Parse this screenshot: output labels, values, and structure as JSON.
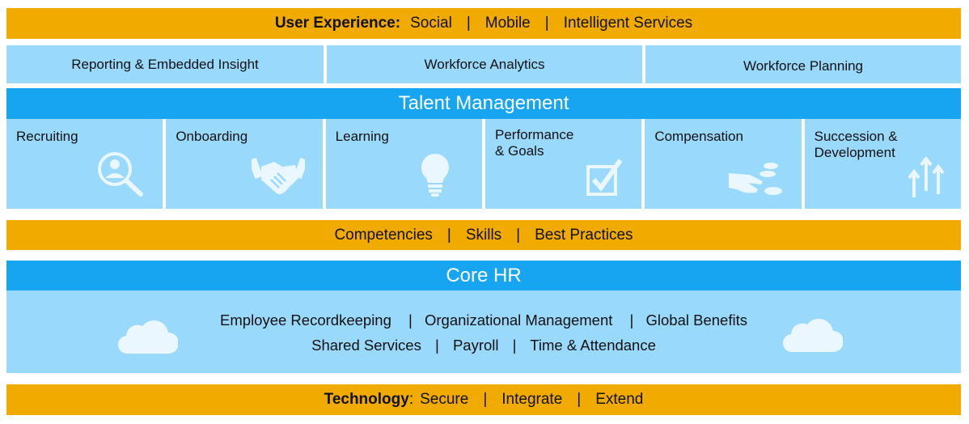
{
  "user_experience": {
    "label": "User Experience:",
    "items": [
      "Social",
      "Mobile",
      "Intelligent Services"
    ],
    "separator": "|"
  },
  "analytics": {
    "items": [
      "Reporting & Embedded Insight",
      "Workforce Analytics",
      "Workforce Planning"
    ]
  },
  "talent_management": {
    "title": "Talent Management",
    "modules": [
      {
        "label": "Recruiting",
        "icon": "magnifier-person-icon"
      },
      {
        "label": "Onboarding",
        "icon": "handshake-icon"
      },
      {
        "label": "Learning",
        "icon": "lightbulb-icon"
      },
      {
        "label": "Performance\n& Goals",
        "icon": "checkbox-icon"
      },
      {
        "label": "Compensation",
        "icon": "hand-coins-icon"
      },
      {
        "label": "Succession &\nDevelopment",
        "icon": "up-arrows-icon"
      }
    ]
  },
  "foundations": {
    "items": [
      "Competencies",
      "Skills",
      "Best Practices"
    ]
  },
  "core_hr": {
    "title": "Core HR",
    "line1": [
      "Employee Recordkeeping",
      "Organizational Management",
      "Global Benefits"
    ],
    "line2": [
      "Shared Services",
      "Payroll",
      "Time & Attendance"
    ],
    "icon": "cloud-icon"
  },
  "technology": {
    "label": "Technology",
    "items": [
      "Secure",
      "Integrate",
      "Extend"
    ]
  },
  "colors": {
    "gold": "#F0AA00",
    "header_blue": "#17A5F2",
    "light_blue": "#99D9FC",
    "icon_white": "#EAF7FE"
  }
}
